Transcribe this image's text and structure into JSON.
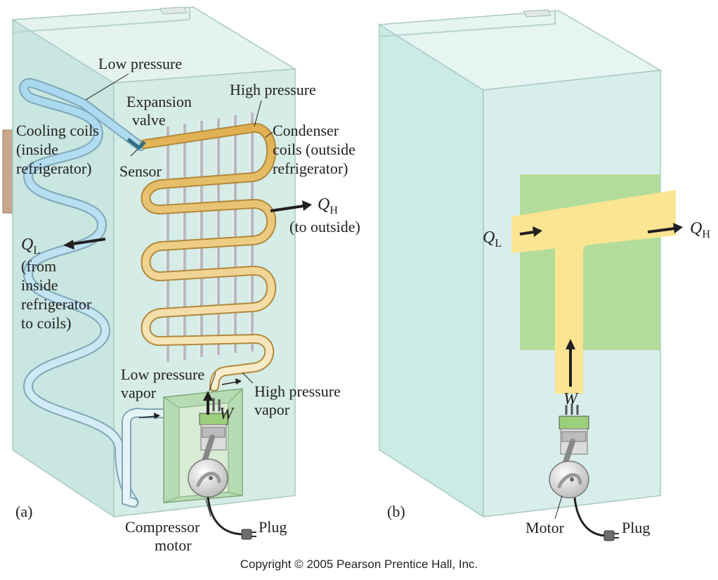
{
  "panel_a": {
    "panel_label": "(a)",
    "labels": {
      "low_pressure": "Low pressure",
      "expansion_valve_1": "Expansion",
      "expansion_valve_2": "valve",
      "high_pressure": "High pressure",
      "cooling_coils_1": "Cooling coils",
      "cooling_coils_2": "(inside",
      "cooling_coils_3": "refrigerator)",
      "sensor": "Sensor",
      "condenser_1": "Condenser",
      "condenser_2": "coils (outside",
      "condenser_3": "refrigerator)",
      "qh_symbol": "Q",
      "qh_sub": "H",
      "qh_note": "(to outside)",
      "ql_symbol": "Q",
      "ql_sub": "L",
      "ql_note_1": "(from",
      "ql_note_2": "inside",
      "ql_note_3": "refrigerator",
      "ql_note_4": "to coils)",
      "low_pressure_vapor_1": "Low pressure",
      "low_pressure_vapor_2": "vapor",
      "w_symbol": "W",
      "high_pressure_vapor_1": "High pressure",
      "high_pressure_vapor_2": "vapor",
      "compressor_1": "Compressor",
      "compressor_2": "motor",
      "plug": "Plug"
    }
  },
  "panel_b": {
    "panel_label": "(b)",
    "labels": {
      "ql_symbol": "Q",
      "ql_sub": "L",
      "qh_symbol": "Q",
      "qh_sub": "H",
      "w_symbol": "W",
      "motor": "Motor",
      "plug": "Plug"
    }
  },
  "copyright": "Copyright © 2005 Pearson Prentice Hall, Inc.",
  "colors": {
    "fridge_face": "#d7ede8",
    "fridge_side": "#c6e4de",
    "fridge_top": "#e6f4f1",
    "fridge_edge": "#b5d2cc",
    "cooling_coil": "#b9def0",
    "condenser_hot": "#e2b45c",
    "condenser_warm": "#f3e2a8",
    "compressor_box": "#a8d4a4",
    "heat_band": "#fce592",
    "heat_square": "#b3dc9a",
    "piston_head": "#9ccf7c",
    "arrow": "#231f20"
  },
  "icons": {
    "compressor": "piston-compressor-icon",
    "plug": "electric-plug-icon"
  }
}
